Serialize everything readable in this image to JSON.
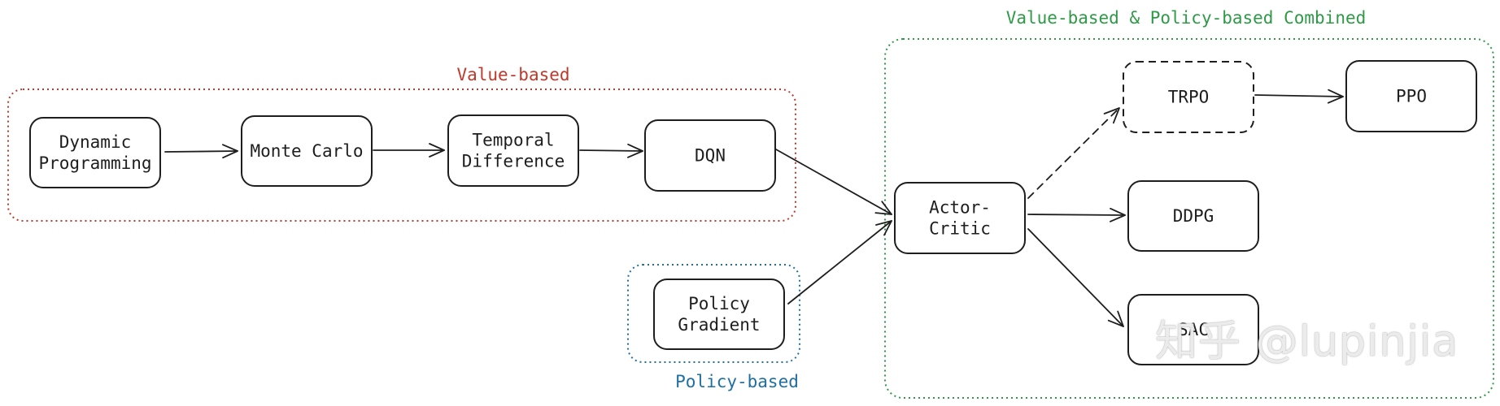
{
  "colors": {
    "value_based": "#c0392b",
    "policy_based": "#1f6fa3",
    "combined": "#2e9a46",
    "stroke": "#1e1e1e"
  },
  "groups": {
    "value_based": {
      "title": "Value-based"
    },
    "policy_based": {
      "title": "Policy-based"
    },
    "combined": {
      "title": "Value-based & Policy-based Combined"
    }
  },
  "nodes": {
    "dp": {
      "lines": [
        "Dynamic",
        "Programming"
      ]
    },
    "mc": {
      "lines": [
        "Monte Carlo"
      ]
    },
    "td": {
      "lines": [
        "Temporal",
        "Difference"
      ]
    },
    "dqn": {
      "lines": [
        "DQN"
      ]
    },
    "pg": {
      "lines": [
        "Policy",
        "Gradient"
      ]
    },
    "ac": {
      "lines": [
        "Actor-",
        "Critic"
      ]
    },
    "trpo": {
      "lines": [
        "TRPO"
      ]
    },
    "ppo": {
      "lines": [
        "PPO"
      ]
    },
    "ddpg": {
      "lines": [
        "DDPG"
      ]
    },
    "sac": {
      "lines": [
        "SAC"
      ]
    }
  },
  "edges": [
    {
      "from": "dp",
      "to": "mc",
      "style": "solid"
    },
    {
      "from": "mc",
      "to": "td",
      "style": "solid"
    },
    {
      "from": "td",
      "to": "dqn",
      "style": "solid"
    },
    {
      "from": "dqn",
      "to": "ac",
      "style": "solid"
    },
    {
      "from": "pg",
      "to": "ac",
      "style": "solid"
    },
    {
      "from": "ac",
      "to": "trpo",
      "style": "dashed"
    },
    {
      "from": "trpo",
      "to": "ppo",
      "style": "solid"
    },
    {
      "from": "ac",
      "to": "ddpg",
      "style": "solid"
    },
    {
      "from": "ac",
      "to": "sac",
      "style": "solid"
    }
  ],
  "watermark": {
    "text": "知乎 @lupinjia"
  }
}
